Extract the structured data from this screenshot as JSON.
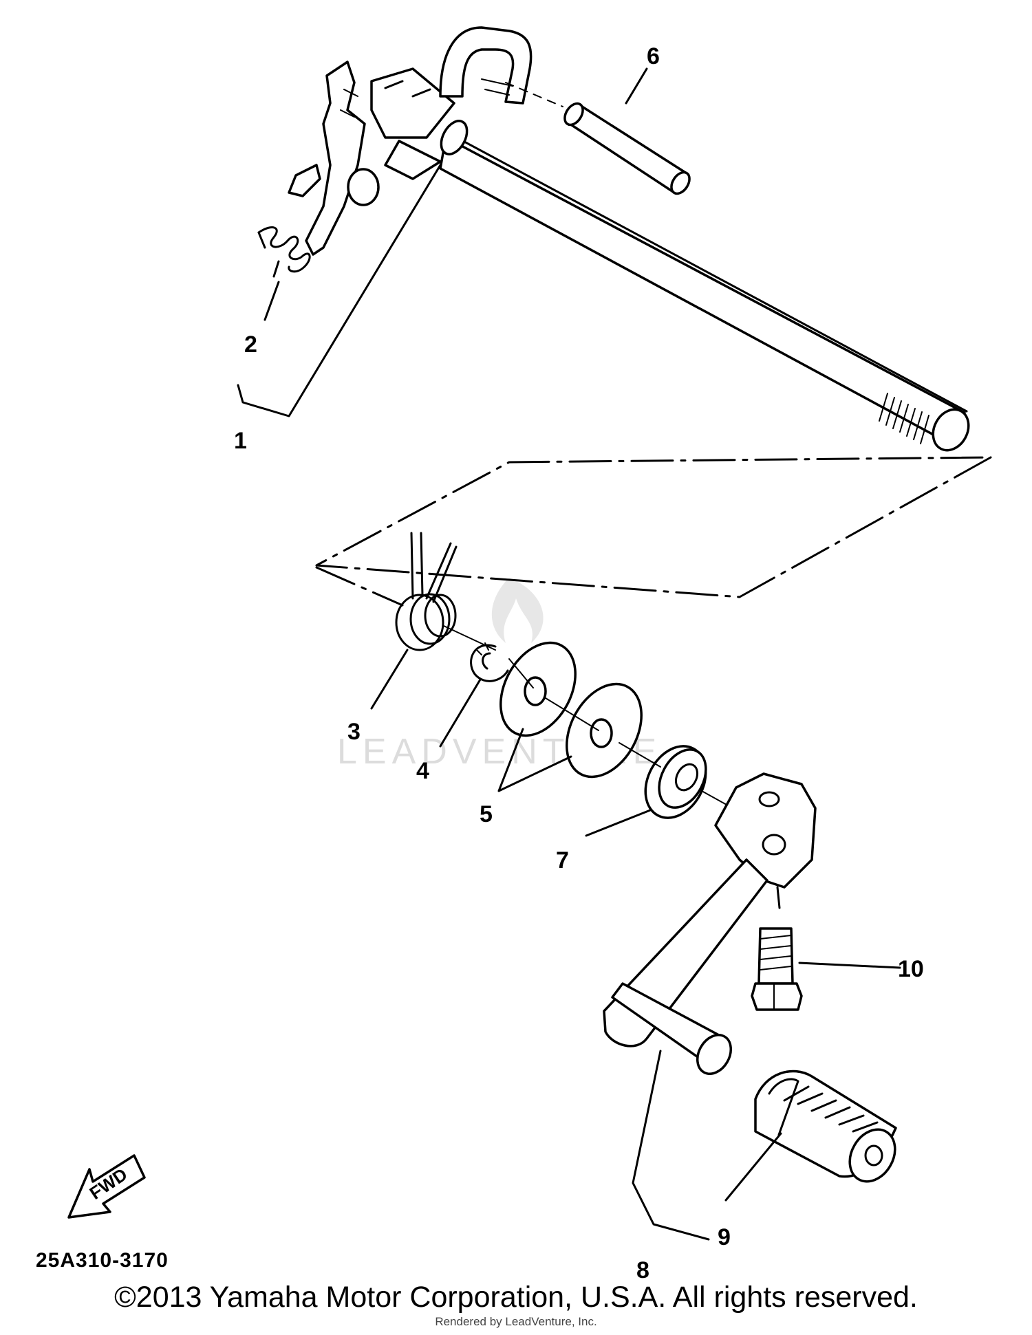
{
  "diagram": {
    "callouts": [
      "1",
      "2",
      "3",
      "4",
      "5",
      "6",
      "7",
      "8",
      "9",
      "10"
    ],
    "fwd_label": "FWD",
    "part_code": "25A310-3170",
    "watermark": "LEADVENTURE"
  },
  "footer": {
    "copyright": "©2013 Yamaha Motor Corporation, U.S.A. All rights reserved.",
    "rendered_by": "Rendered by LeadVenture, Inc."
  }
}
